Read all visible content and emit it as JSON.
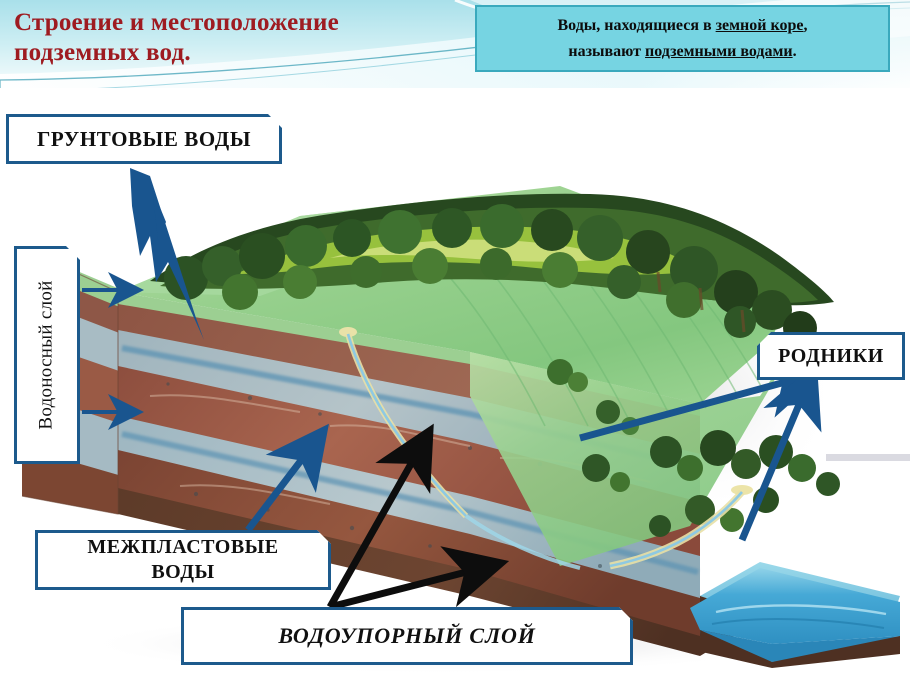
{
  "header": {
    "title": "Строение и местоположение подземных вод.",
    "title_line1": "Строение и местоположение",
    "title_line2": "подземных вод.",
    "title_color": "#9e1b21",
    "banner_color": "#7fd2de"
  },
  "definition": {
    "line1_pre": "Воды, находящиеся в ",
    "line1_key": "земной коре",
    "line1_post": ",",
    "line2_pre": "называют ",
    "line2_key": "подземными водами",
    "line2_post": ".",
    "background": "#76d4e2",
    "border_color": "#3aa9bd"
  },
  "labels": {
    "groundwater": "ГРУНТОВЫЕ ВОДЫ",
    "aquifer": "Водоносный слой",
    "springs": "РОДНИКИ",
    "interstratal_line1": "МЕЖПЛАСТОВЫЕ",
    "interstratal_line2": "ВОДЫ",
    "aquiclude": "ВОДОУПОРНЫЙ СЛОЙ",
    "border_color": "#1d5a8c",
    "box_background": "#ffffff"
  },
  "arrows": {
    "blue_color": "#19558f",
    "black_color": "#0d0d0d",
    "groundwater_arrow": "down",
    "aquifer_arrow_top": "right",
    "aquifer_arrow_bottom": "right",
    "interstratal_arrow": "up-right",
    "spring_arrow_left": "up-right",
    "spring_arrow_right": "up-right",
    "aquiclude_arrow_upper": "up-right",
    "aquiclude_arrow_lower": "right"
  },
  "scene": {
    "description": "Блок-диаграмма земной коры в разрезе с лесом на поверхности",
    "forest_colors": [
      "#2f5a2a",
      "#4f7f33",
      "#9cc04a",
      "#c7dd7e",
      "#1f3d1c"
    ],
    "meadow_color": "#8fd08c",
    "aquifer_layer_color": "#93b2bf",
    "aquiclude_layer_color": "#8a4a3c",
    "soil_base_color": "#5a3a2a",
    "river_color": "#3fa8d8"
  }
}
